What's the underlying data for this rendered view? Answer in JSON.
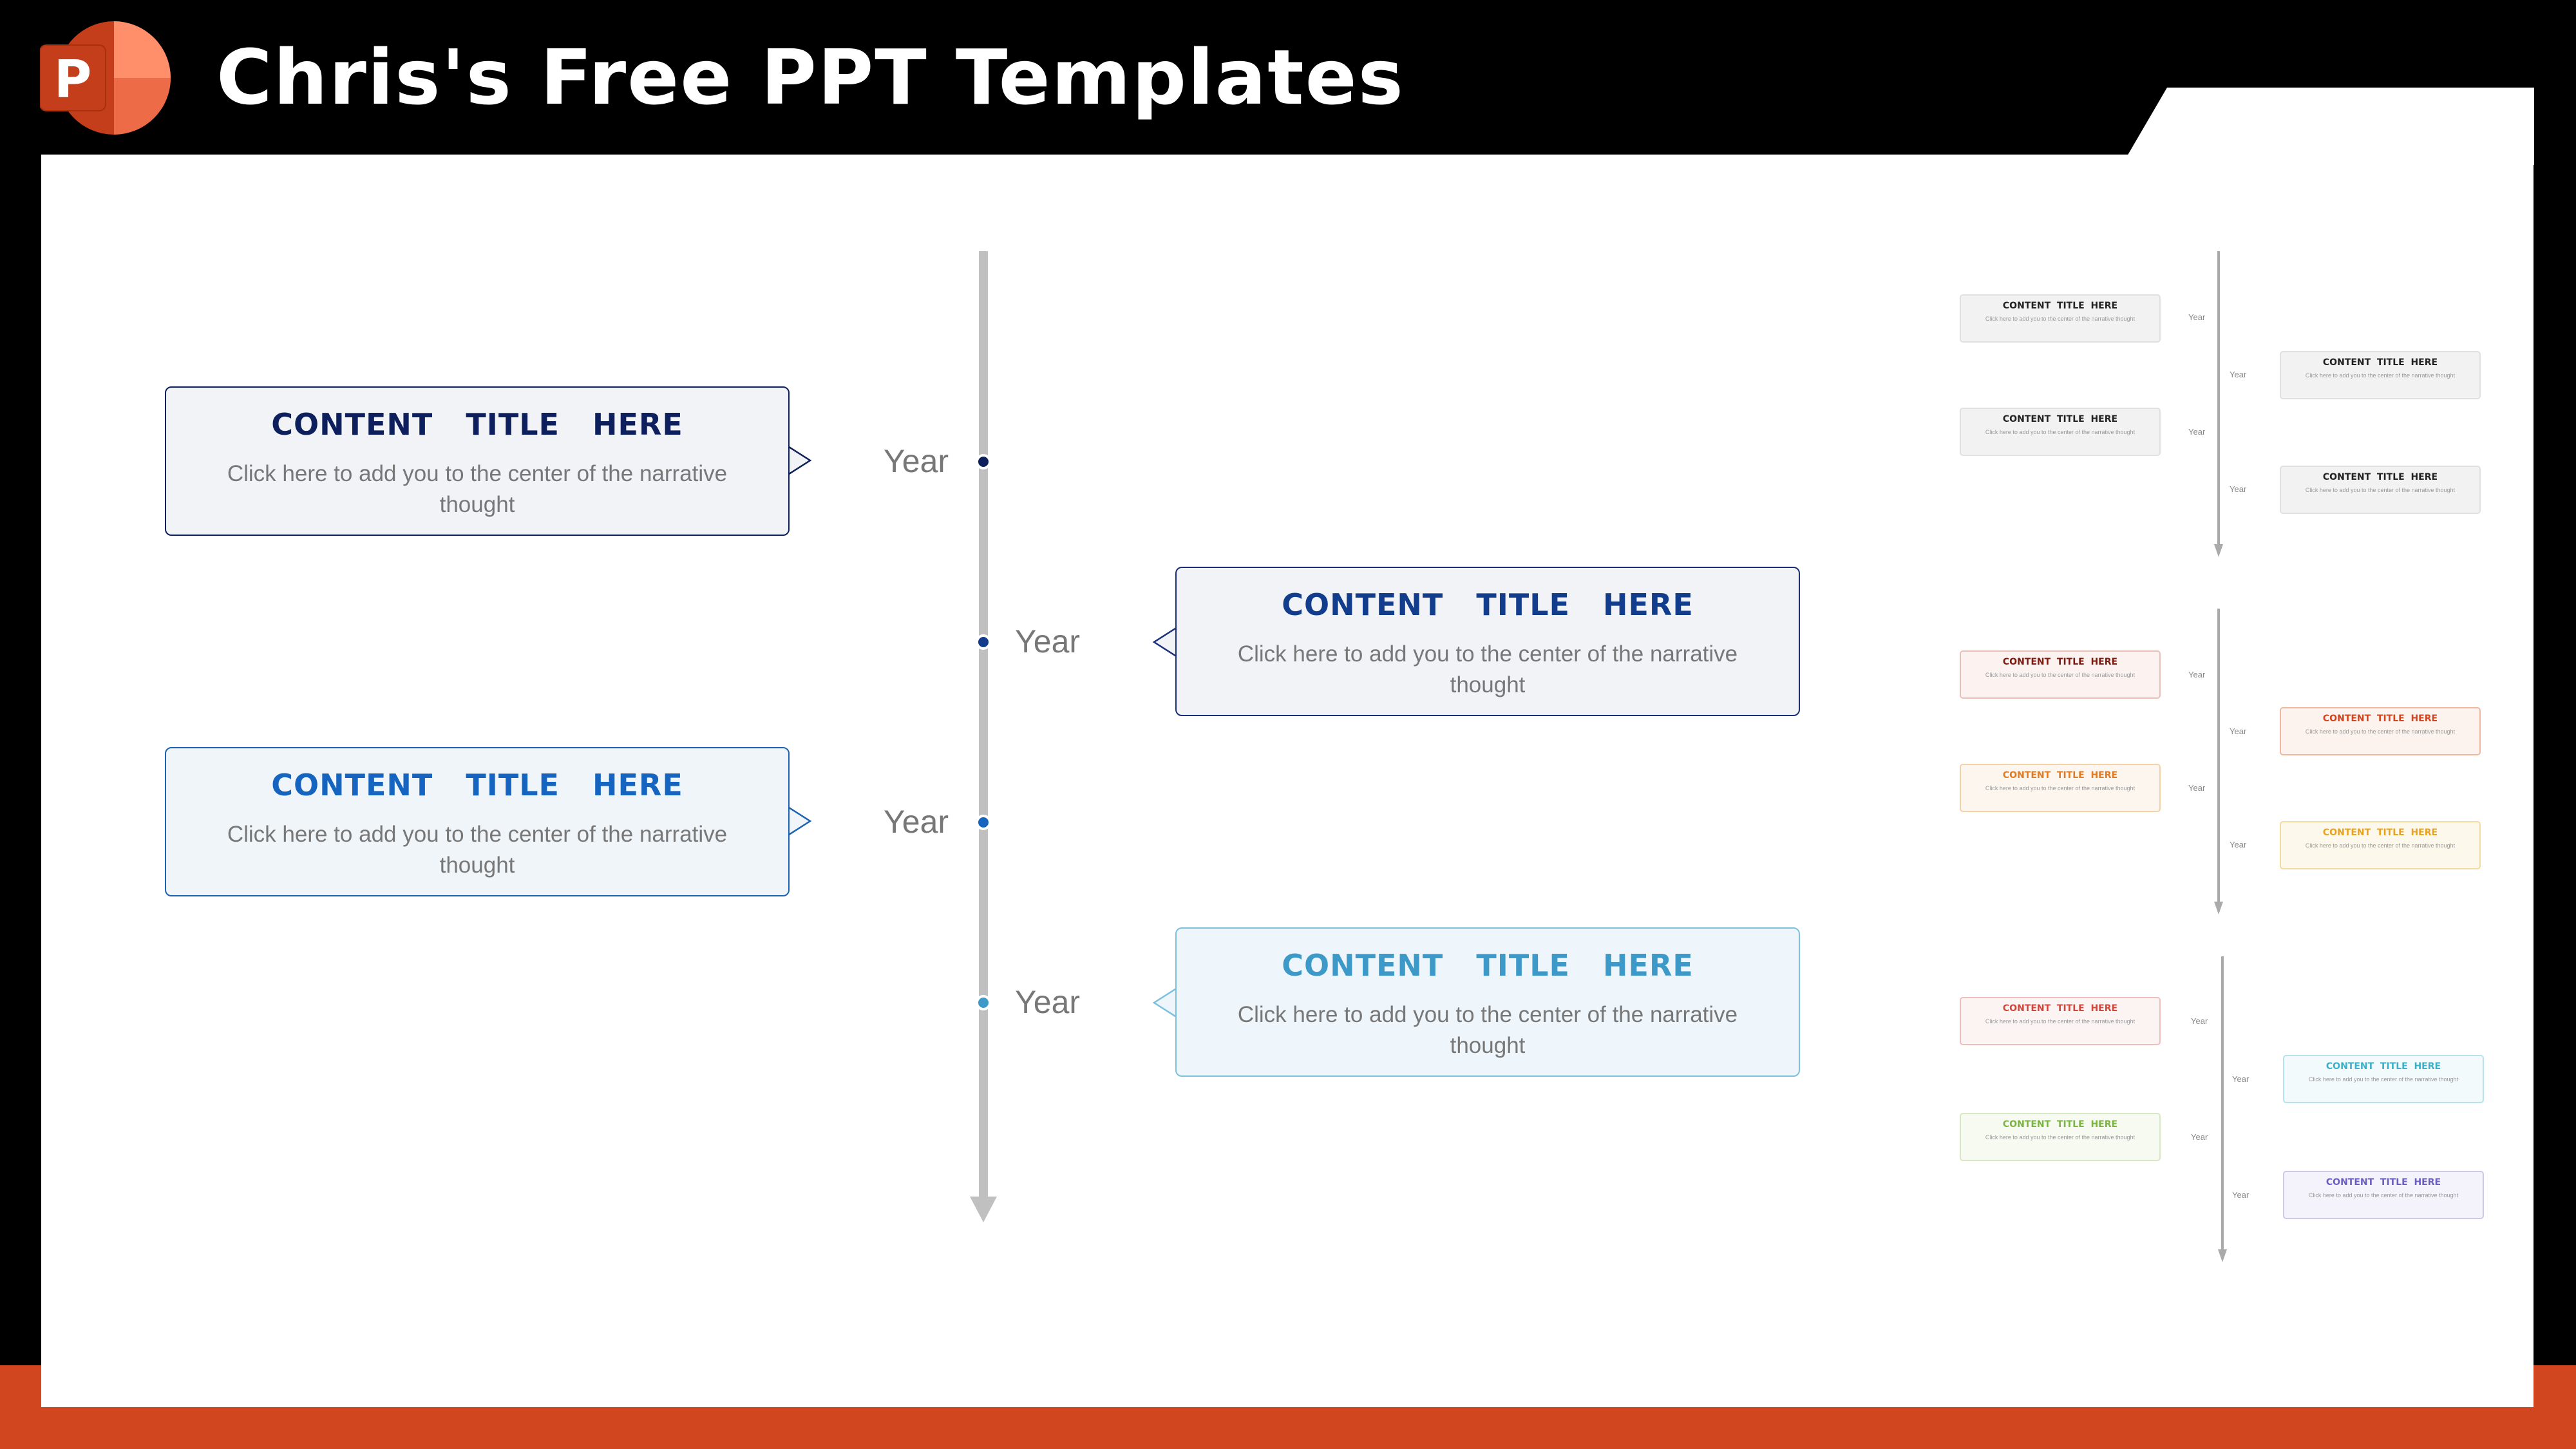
{
  "header": {
    "site_title": "Chris's Free PPT Templates",
    "logo_letter": "P"
  },
  "colors": {
    "orange": "#d2461f",
    "navy": "#0d1f5c",
    "dark_blue": "#123c8c",
    "blue": "#1565c0",
    "light_blue": "#3d9ac8",
    "axis": "#c0c0c0"
  },
  "main_timeline": {
    "items": [
      {
        "title": "CONTENT   TITLE   HERE",
        "text": "Click here to add  you to the  center of the narrative thought",
        "year": "Year"
      },
      {
        "title": "CONTENT   TITLE   HERE",
        "text": "Click here to add  you to the  center of the narrative thought",
        "year": "Year"
      },
      {
        "title": "CONTENT   TITLE   HERE",
        "text": "Click here to add  you to the  center of the narrative thought",
        "year": "Year"
      },
      {
        "title": "CONTENT   TITLE   HERE",
        "text": "Click here to add  you to the  center of the narrative thought",
        "year": "Year"
      }
    ]
  },
  "variants": [
    {
      "name": "gray",
      "items": [
        {
          "title": "CONTENT  TITLE  HERE",
          "text": "Click here to add  you to the  center of the narrative thought",
          "year": "Year"
        },
        {
          "title": "CONTENT  TITLE  HERE",
          "text": "Click here to add  you to the  center of the narrative thought",
          "year": "Year"
        },
        {
          "title": "CONTENT  TITLE  HERE",
          "text": "Click here to add  you to the  center of the narrative thought",
          "year": "Year"
        },
        {
          "title": "CONTENT  TITLE  HERE",
          "text": "Click here to add  you to the  center of the narrative thought",
          "year": "Year"
        }
      ]
    },
    {
      "name": "warm",
      "items": [
        {
          "title": "CONTENT  TITLE  HERE",
          "text": "Click here to add  you to the  center of the narrative thought",
          "year": "Year"
        },
        {
          "title": "CONTENT  TITLE  HERE",
          "text": "Click here to add  you to the  center of the narrative thought",
          "year": "Year"
        },
        {
          "title": "CONTENT  TITLE  HERE",
          "text": "Click here to add  you to the  center of the narrative thought",
          "year": "Year"
        },
        {
          "title": "CONTENT  TITLE  HERE",
          "text": "Click here to add  you to the  center of the narrative thought",
          "year": "Year"
        }
      ]
    },
    {
      "name": "multi",
      "items": [
        {
          "title": "CONTENT  TITLE  HERE",
          "text": "Click here to add  you to the  center of the narrative thought",
          "year": "Year"
        },
        {
          "title": "CONTENT  TITLE  HERE",
          "text": "Click here to add  you to the  center of the narrative thought",
          "year": "Year"
        },
        {
          "title": "CONTENT  TITLE  HERE",
          "text": "Click here to add  you to the  center of the narrative thought",
          "year": "Year"
        },
        {
          "title": "CONTENT  TITLE  HERE",
          "text": "Click here to add  you to the  center of the narrative thought",
          "year": "Year"
        }
      ]
    }
  ]
}
